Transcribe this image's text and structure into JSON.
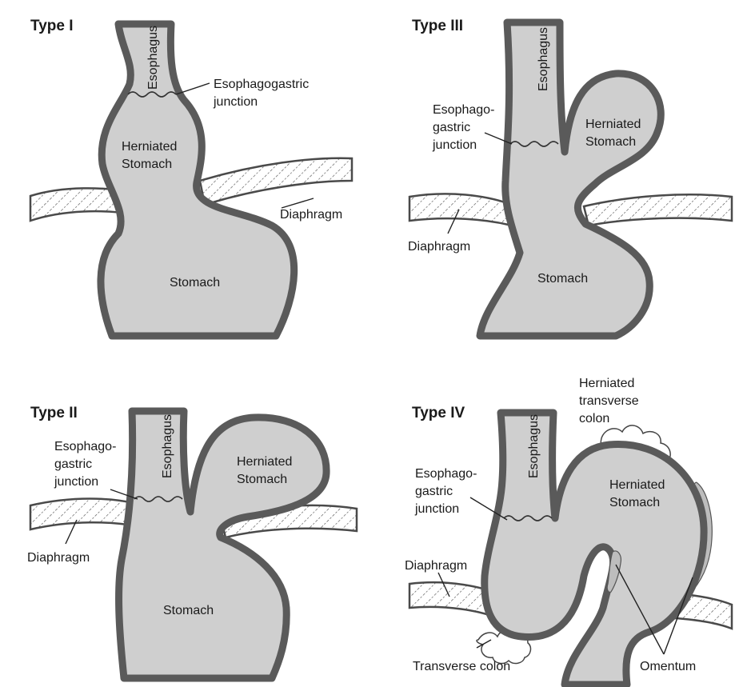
{
  "panels": {
    "type1": {
      "title": "Type I",
      "esophagus": "Esophagus",
      "junction_line1": "Esophagogastric",
      "junction_line2": "junction",
      "herniated_line1": "Herniated",
      "herniated_line2": "Stomach",
      "diaphragm": "Diaphragm",
      "stomach": "Stomach"
    },
    "type3": {
      "title": "Type III",
      "esophagus": "Esophagus",
      "junction_line1": "Esophago-",
      "junction_line2": "gastric",
      "junction_line3": "junction",
      "herniated_line1": "Herniated",
      "herniated_line2": "Stomach",
      "diaphragm": "Diaphragm",
      "stomach": "Stomach"
    },
    "type2": {
      "title": "Type II",
      "esophagus": "Esophagus",
      "junction_line1": "Esophago-",
      "junction_line2": "gastric",
      "junction_line3": "junction",
      "herniated_line1": "Herniated",
      "herniated_line2": "Stomach",
      "diaphragm": "Diaphragm",
      "stomach": "Stomach"
    },
    "type4": {
      "title": "Type IV",
      "esophagus": "Esophagus",
      "junction_line1": "Esophago-",
      "junction_line2": "gastric",
      "junction_line3": "junction",
      "herniated_line1": "Herniated",
      "herniated_line2": "Stomach",
      "colon_line1": "Herniated",
      "colon_line2": "transverse",
      "colon_line3": "colon",
      "diaphragm": "Diaphragm",
      "transverse_colon": "Transverse colon",
      "omentum": "Omentum"
    }
  },
  "colors": {
    "organ_fill": "#cfcfcf",
    "organ_wall": "#5a5a5a",
    "diaphragm_hatch": "#4a4a4a"
  }
}
